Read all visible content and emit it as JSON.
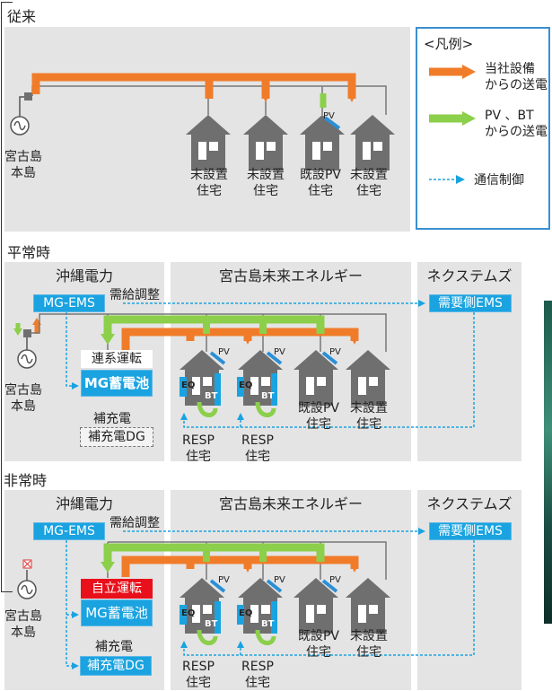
{
  "sections": {
    "conventional": "従来",
    "normal": "平常時",
    "emergency": "非常時"
  },
  "legend": {
    "title": "<凡例>",
    "orange_line1": "当社設備",
    "orange_line2": "からの送電",
    "green_line1": "PV 、BT",
    "green_line2": "からの送電",
    "comm": "通信制御"
  },
  "common": {
    "miyakojima_1": "宮古島",
    "miyakojima_2": "本島",
    "pv": "PV",
    "bt": "BT",
    "eq": "EQ",
    "jutaku": "住宅",
    "resp": "RESP",
    "house_none": "未設置",
    "house_pv": "既設PV",
    "okiden": "沖縄電力",
    "miraienergy": "宮古島未来エネルギー",
    "nextems": "ネクステムズ",
    "mg_ems": "MG-EMS",
    "juryu": "需給調整",
    "demand_ems": "需要側EMS",
    "mg_battery": "MG蓄電池",
    "hojuden": "補充電"
  },
  "normal": {
    "mode": "連系運転",
    "dg": "補充電DG"
  },
  "emergency": {
    "mode": "自立運転",
    "dg": "補充電DG"
  },
  "colors": {
    "orange": "#f07c2a",
    "green": "#8ccf4a",
    "blue": "#1aa3e0",
    "red": "#e8101a",
    "panel": "#e4e4e4",
    "legend_border": "#3b8fd0"
  }
}
